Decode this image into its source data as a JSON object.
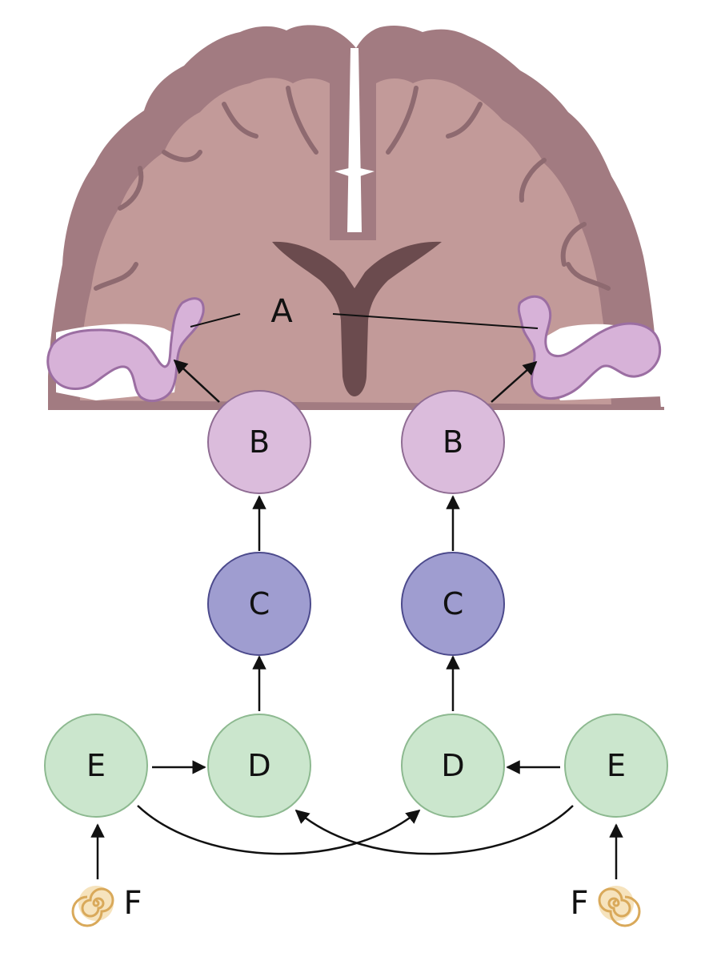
{
  "labels": {
    "A": "A",
    "B": "B",
    "C": "C",
    "D": "D",
    "E": "E",
    "F": "F"
  },
  "colors": {
    "cortex_outer": "#a27b81",
    "white_matter": "#c29a99",
    "ventricle": "#6b4b4e",
    "auditory_cortex": "#d7b2d8",
    "auditory_cortex_stroke": "#9b6ea2",
    "node_B": "#dbbcdc",
    "node_B_stroke": "#8f6c93",
    "node_C": "#9f9dd0",
    "node_C_stroke": "#4c4a8c",
    "node_DE": "#cbe6cd",
    "node_DE_stroke": "#8db990",
    "cochlea": "#f1d49b",
    "arrows": "#111111"
  },
  "icons": {
    "cochlea_left": "cochlea-spiral-icon",
    "cochlea_right": "cochlea-spiral-icon"
  }
}
